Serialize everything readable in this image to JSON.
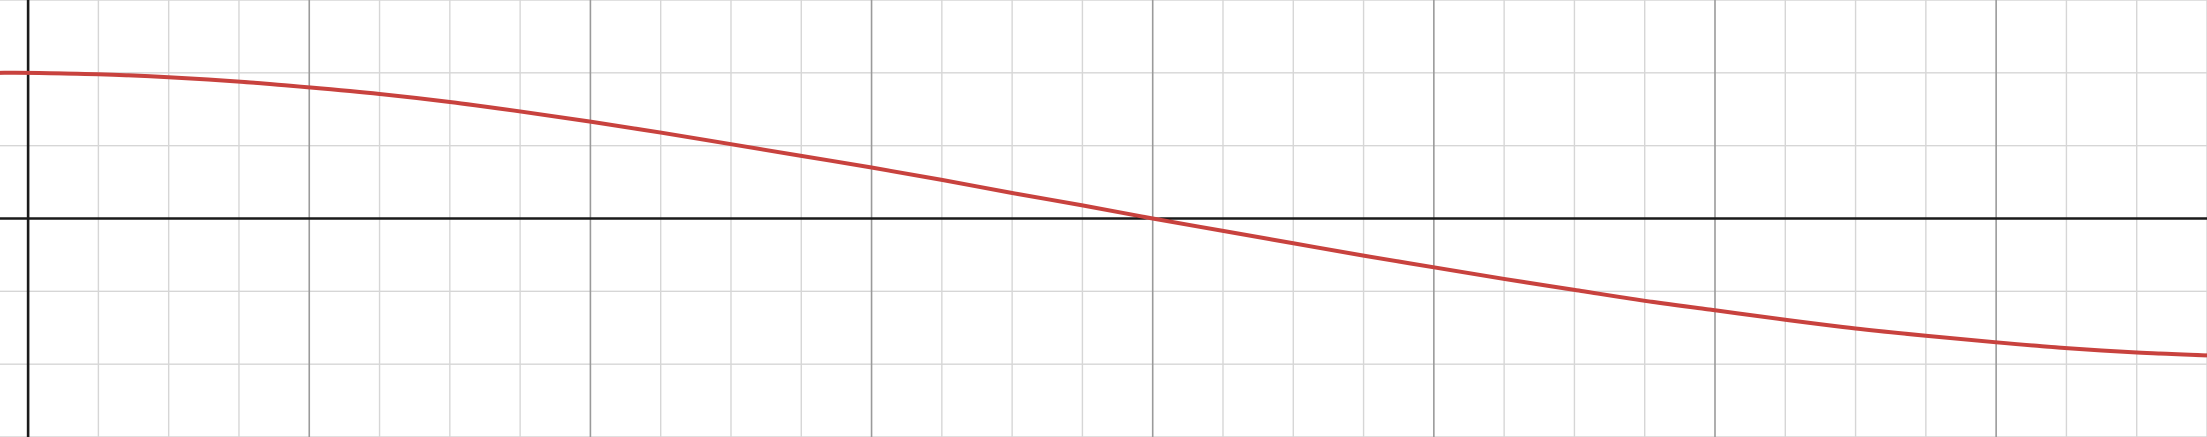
{
  "chart_data": {
    "type": "line",
    "title": "",
    "xlabel": "",
    "ylabel": "",
    "xlim": [
      -0.04,
      3.1
    ],
    "ylim": [
      -3.0,
      3.0
    ],
    "grid": true,
    "grid_major_x_step": 0.4,
    "grid_minor_x_step": 0.1,
    "grid_y_step": 1.0,
    "series": [
      {
        "color": "#c8423e",
        "x": [
          -0.04,
          0.0,
          0.1,
          0.2,
          0.3,
          0.4,
          0.5,
          0.6,
          0.7,
          0.8,
          0.9,
          1.0,
          1.1,
          1.2,
          1.3,
          1.4,
          1.5,
          1.6,
          1.7,
          1.8,
          1.9,
          2.0,
          2.1,
          2.2,
          2.3,
          2.4,
          2.5,
          2.6,
          2.7,
          2.8,
          2.9,
          3.0,
          3.1
        ],
        "y": [
          2.0,
          2.0,
          1.98,
          1.94,
          1.88,
          1.8,
          1.71,
          1.6,
          1.47,
          1.33,
          1.18,
          1.02,
          0.86,
          0.7,
          0.53,
          0.35,
          0.18,
          0.0,
          -0.17,
          -0.34,
          -0.51,
          -0.67,
          -0.83,
          -0.98,
          -1.13,
          -1.26,
          -1.39,
          -1.51,
          -1.61,
          -1.7,
          -1.78,
          -1.84,
          -1.88
        ]
      }
    ]
  }
}
